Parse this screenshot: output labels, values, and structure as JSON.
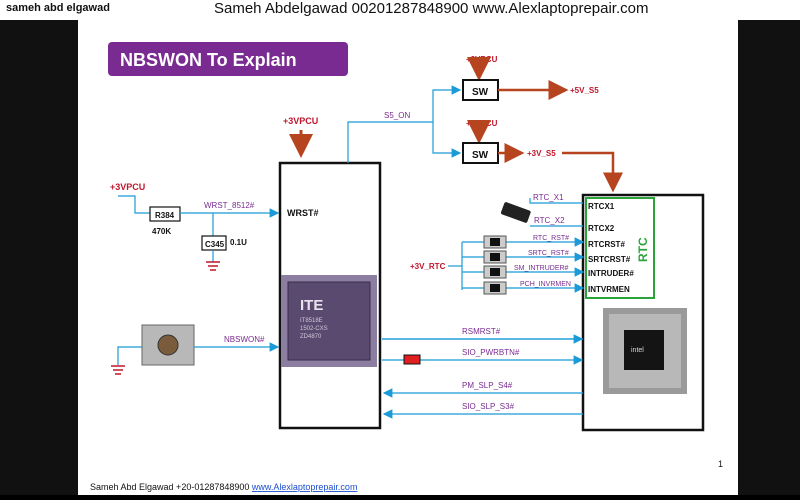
{
  "header": {
    "left_label": "sameh abd elgawad",
    "banner": "Sameh Abdelgawad   00201287848900   www.Alexlaptoprepair.com"
  },
  "slide": {
    "title": "NBSWON To Explain",
    "page_number": "1",
    "footer_text": "Sameh Abd Elgawad +20-01287848900 ",
    "footer_link": "www.Alexlaptoprepair.com"
  },
  "diagram": {
    "ec_chip": {
      "pin_wrst": "WRST#",
      "marking_logo": "ITE",
      "marking_1": "IT8518E",
      "marking_2": "1502-CXS",
      "marking_3": "ZD4870"
    },
    "rails": {
      "left_3vpcu": "+3VPCU",
      "ec_3vpcu": "+3VPCU",
      "sw1_3vpcu": "+3VPCU",
      "sw2_3vpcu": "+3VPCU",
      "rtc_3v": "+3V_RTC"
    },
    "resistor": {
      "ref": "R384",
      "value": "470K"
    },
    "capacitor": {
      "ref": "C345",
      "value": "0.1U"
    },
    "nets": {
      "wrst_8512": "WRST_8512#",
      "s5_on": "S5_ON",
      "out_5v_s5": "+5V_S5",
      "out_3v_s5": "+3V_S5",
      "nbswon": "NBSWON#",
      "rtc_x1": "RTC_X1",
      "rtc_x2": "RTC_X2",
      "rtc_rst": "RTC_RST#",
      "srtc_rst": "SRTC_RST#",
      "sm_intruder": "SM_INTRUDER#",
      "pch_invrmen": "PCH_INVRMEN",
      "rsmrst": "RSMRST#",
      "sio_pwrbtn": "SIO_PWRBTN#",
      "pm_slp_s4": "PM_SLP_S4#",
      "sio_slp_s3": "SIO_SLP_S3#"
    },
    "switches": {
      "sw1": "SW",
      "sw2": "SW"
    },
    "pch": {
      "rtc_label": "RTC",
      "pins": [
        "RTCX1",
        "RTCX2",
        "RTCRST#",
        "SRTCRST#",
        "INTRUDER#",
        "INTVRMEN"
      ],
      "chip_marking": "intel"
    }
  }
}
